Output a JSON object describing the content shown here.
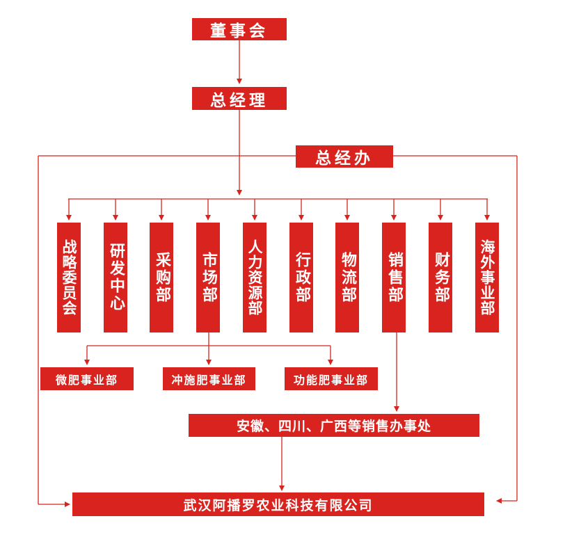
{
  "top": {
    "board": "董事会",
    "gm": "总经理",
    "office": "总经办"
  },
  "departments": [
    "战略委员会",
    "研发中心",
    "采购部",
    "市场部",
    "人力资源部",
    "行政部",
    "物流部",
    "销售部",
    "财务部",
    "海外事业部"
  ],
  "market_units": [
    "微肥事业部",
    "冲施肥事业部",
    "功能肥事业部"
  ],
  "sales_offices": "安徽、四川、广西等销售办事处",
  "company": "武汉阿播罗农业科技有限公司",
  "colors": {
    "box": "#D8231F",
    "line": "#D8231F",
    "text": "#FFFFFF"
  }
}
